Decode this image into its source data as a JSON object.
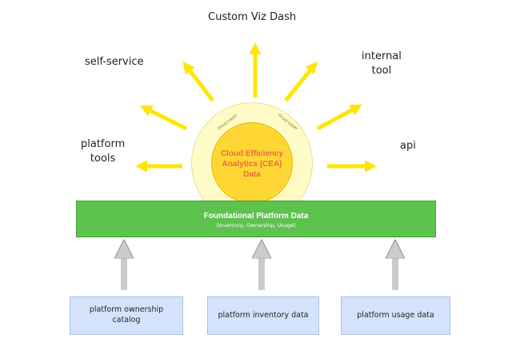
{
  "outputs": {
    "top": "Custom Viz Dash",
    "upper_left": "self-service",
    "upper_right_line1": "internal",
    "upper_right_line2": "tool",
    "left_line1": "platform",
    "left_line2": "tools",
    "right": "api"
  },
  "sun": {
    "title_line1": "Cloud Efficiency",
    "title_line2": "Analytics (CEA)",
    "title_line3": "Data",
    "ring_label_left": "Druid Layer",
    "ring_label_right": "Druid Layer"
  },
  "foundation": {
    "title": "Foundational Platform Data",
    "subtitle": "(Inventory, Ownership, Usage)"
  },
  "sources": {
    "ownership_line1": "platform ownership",
    "ownership_line2": "catalog",
    "inventory": "platform inventory data",
    "usage": "platform usage data"
  },
  "colors": {
    "ray": "#ffe600",
    "sun_core": "#ffd735",
    "sun_halo": "#fffbc7",
    "foundation": "#5ec24f",
    "source_box": "#d4e3fb",
    "input_arrow": "#cccccc",
    "sun_text": "#e86a3a"
  }
}
